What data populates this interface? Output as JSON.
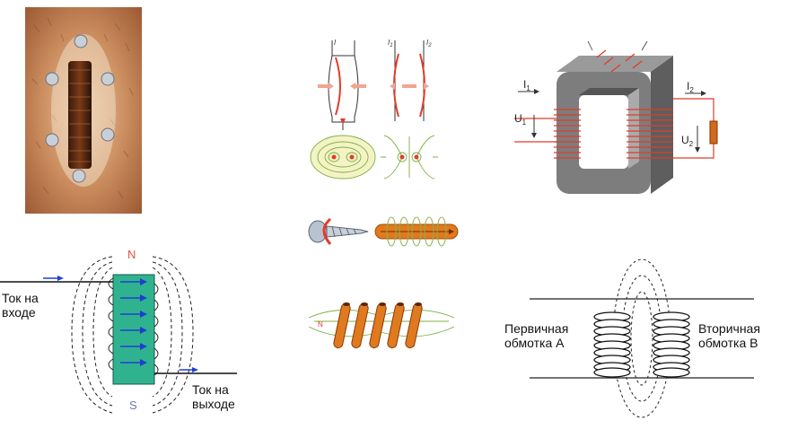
{
  "solenoid_diagram": {
    "pole_north": "N",
    "pole_south": "S",
    "input_label_line1": "Ток на",
    "input_label_line2": "входе",
    "output_label_line1": "Ток на",
    "output_label_line2": "выходе"
  },
  "transformer_photo": {
    "current_in": "I",
    "current_in_sub": "1",
    "voltage_in": "U",
    "voltage_in_sub": "1",
    "current_out": "I",
    "current_out_sub": "2",
    "voltage_out": "U",
    "voltage_out_sub": "2"
  },
  "coils_diagram": {
    "primary_line1": "Первичная",
    "primary_line2": "обмотка А",
    "secondary_line1": "Вторичная",
    "secondary_line2": "обмотка В"
  },
  "conductors_diagram": {
    "current_a": "I",
    "current_b1": "I",
    "current_b1_sub": "1",
    "current_b2": "I",
    "current_b2_sub": "2"
  },
  "helix_diagram": {
    "north": "N"
  },
  "colors": {
    "core_green": "#2fb38f",
    "arrow_blue": "#1f3fd0",
    "copper": "#e07a1e",
    "field_red": "#e23b2a",
    "core_gray": "#7d7d7d"
  }
}
